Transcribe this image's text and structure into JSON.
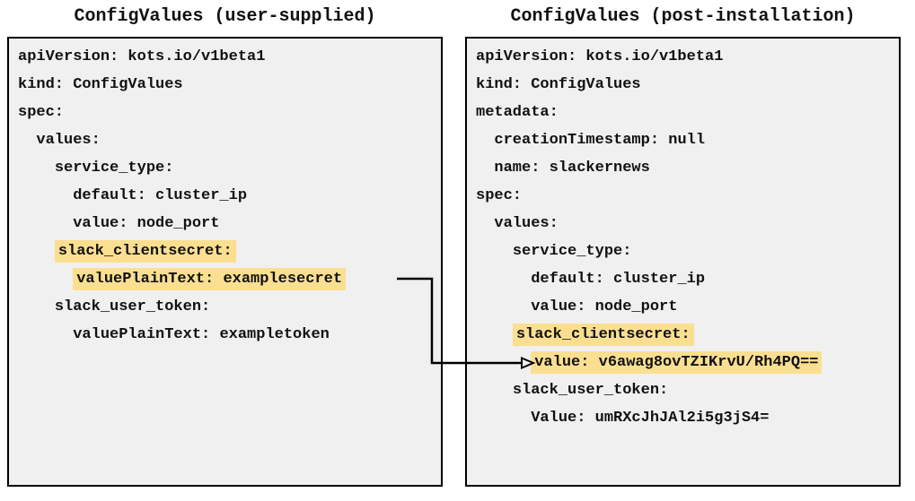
{
  "left_panel": {
    "title": "ConfigValues (user-supplied)",
    "lines": [
      {
        "indent": "",
        "text": "apiVersion: kots.io/v1beta1",
        "highlighted": false
      },
      {
        "indent": "",
        "text": "kind: ConfigValues",
        "highlighted": false
      },
      {
        "indent": "",
        "text": "spec:",
        "highlighted": false
      },
      {
        "indent": "  ",
        "text": "values:",
        "highlighted": false
      },
      {
        "indent": "    ",
        "text": "service_type:",
        "highlighted": false
      },
      {
        "indent": "      ",
        "text": "default: cluster_ip",
        "highlighted": false
      },
      {
        "indent": "      ",
        "text": "value: node_port",
        "highlighted": false
      },
      {
        "indent": "    ",
        "text": "slack_clientsecret:",
        "highlighted": true
      },
      {
        "indent": "      ",
        "text": "valuePlainText: examplesecret",
        "highlighted": true
      },
      {
        "indent": "    ",
        "text": "slack_user_token:",
        "highlighted": false
      },
      {
        "indent": "      ",
        "text": "valuePlainText: exampletoken",
        "highlighted": false
      }
    ]
  },
  "right_panel": {
    "title": "ConfigValues (post-installation)",
    "lines": [
      {
        "indent": "",
        "text": "apiVersion: kots.io/v1beta1",
        "highlighted": false
      },
      {
        "indent": "",
        "text": "kind: ConfigValues",
        "highlighted": false
      },
      {
        "indent": "",
        "text": "metadata:",
        "highlighted": false
      },
      {
        "indent": "  ",
        "text": "creationTimestamp: null",
        "highlighted": false
      },
      {
        "indent": "  ",
        "text": "name: slackernews",
        "highlighted": false
      },
      {
        "indent": "",
        "text": "spec:",
        "highlighted": false
      },
      {
        "indent": "  ",
        "text": "values:",
        "highlighted": false
      },
      {
        "indent": "    ",
        "text": "service_type:",
        "highlighted": false
      },
      {
        "indent": "      ",
        "text": "default: cluster_ip",
        "highlighted": false
      },
      {
        "indent": "      ",
        "text": "value: node_port",
        "highlighted": false
      },
      {
        "indent": "    ",
        "text": "slack_clientsecret:",
        "highlighted": true
      },
      {
        "indent": "      ",
        "text": "value: v6awag8ovTZIKrvU/Rh4PQ==",
        "highlighted": true
      },
      {
        "indent": "    ",
        "text": "slack_user_token:",
        "highlighted": false
      },
      {
        "indent": "      ",
        "text": "Value: umRXcJhJAl2i5g3jS4=",
        "highlighted": false
      }
    ]
  },
  "colors": {
    "highlight": "#FBDF91",
    "panel_background": "#F0F0F0",
    "panel_border": "#000000",
    "text": "#111111"
  }
}
